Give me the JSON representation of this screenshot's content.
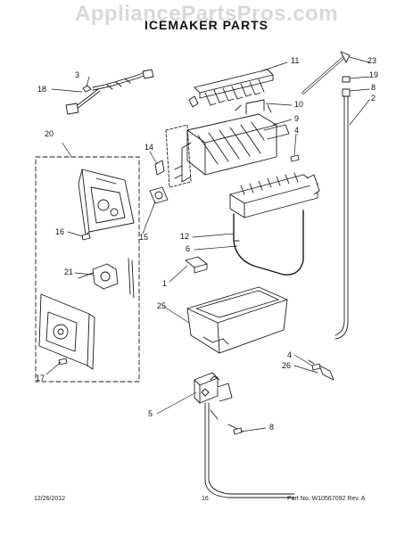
{
  "watermark": "AppliancePartsPros.com",
  "title": "ICEMAKER PARTS",
  "callouts": {
    "c1": "1",
    "c2": "2",
    "c3": "3",
    "c4a": "4",
    "c4b": "4",
    "c5": "5",
    "c6": "6",
    "c8a": "8",
    "c8b": "8",
    "c9": "9",
    "c10": "10",
    "c11": "11",
    "c12": "12",
    "c14": "14",
    "c15": "15",
    "c16": "16",
    "c17": "17",
    "c18": "18",
    "c19": "19",
    "c20": "20",
    "c21": "21",
    "c23": "23",
    "c25": "25",
    "c26": "26"
  },
  "footer": {
    "date": "12/26/2012",
    "page": "16",
    "partno": "Part No.  W10567092  Rev.  A"
  },
  "colors": {
    "line": "#1a1a1a",
    "watermark": "#d9d9d9"
  }
}
